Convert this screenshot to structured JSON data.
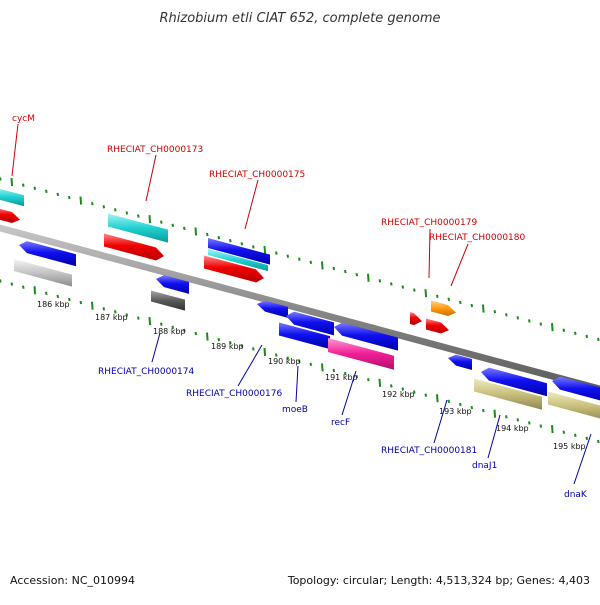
{
  "title": "Rhizobium etli CIAT 652, complete genome",
  "footer": {
    "accession": "Accession: NC_010994",
    "summary": "Topology: circular; Length: 4,513,324 bp; Genes: 4,403"
  },
  "colors": {
    "forward_label": "#cc0000",
    "reverse_label": "#0000aa",
    "backbone": "#8c8c8c",
    "tick": "#1a8c1a"
  },
  "kbp_labels": [
    "186 kbp",
    "187 kbp",
    "188 kbp",
    "189 kbp",
    "190 kbp",
    "191 kbp",
    "192 kbp",
    "193 kbp",
    "194 kbp",
    "195 kbp"
  ],
  "forward_gene_labels": [
    "cycM",
    "RHECIAT_CH0000173",
    "RHECIAT_CH0000175",
    "RHECIAT_CH0000179",
    "RHECIAT_CH0000180"
  ],
  "reverse_gene_labels": [
    "RHECIAT_CH0000174",
    "RHECIAT_CH0000176",
    "moeB",
    "recF",
    "RHECIAT_CH0000181",
    "dnaJ1",
    "dnaK"
  ]
}
